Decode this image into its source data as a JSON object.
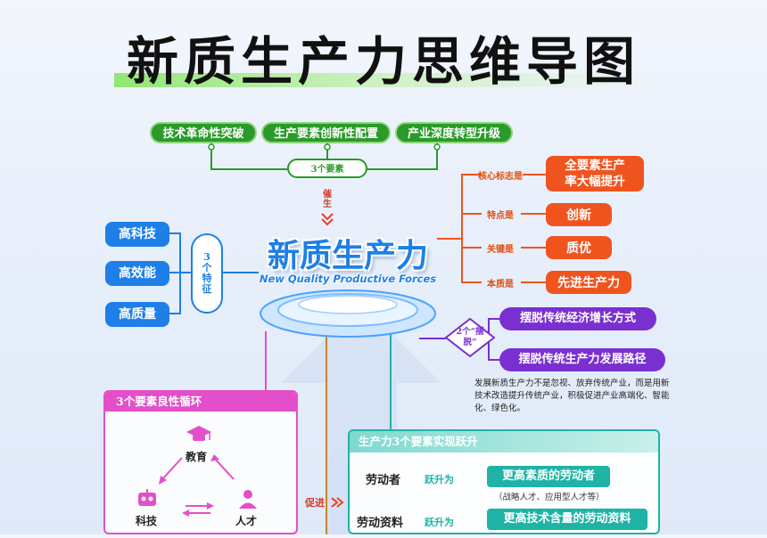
{
  "title": "新质生产力思维导图",
  "top_tags": [
    "技术革命性突破",
    "生产要素创新性配置",
    "产业深度转型升级"
  ],
  "three_factors": "3个要素",
  "cuisheng": "催生",
  "center": {
    "cn": "新质生产力",
    "en": "New Quality Productive Forces"
  },
  "features_label": "3个特征",
  "features": [
    "高科技",
    "高效能",
    "高质量"
  ],
  "right_items": [
    {
      "label": "核心标志是",
      "value": "全要素生产率大幅提升"
    },
    {
      "label": "特点是",
      "value": "创新"
    },
    {
      "label": "关键是",
      "value": "质优"
    },
    {
      "label": "本质是",
      "value": "先进生产力"
    }
  ],
  "baituo_label": "2个“摆脱”",
  "baituo": [
    "摆脱传统经济增长方式",
    "摆脱传统生产力发展路径"
  ],
  "desc": "发展新质生产力不是忽视、放弃传统产业，而是用新技术改造提升传统产业，积极促进产业高端化、智能化、绿色化。",
  "cycle": {
    "title": "3个要素良性循环",
    "nodes": [
      "教育",
      "科技",
      "人才"
    ]
  },
  "cujin": "促进",
  "leap": {
    "title": "生产力3个要素实现跃升",
    "rows": [
      {
        "left": "劳动者",
        "mid": "跃升为",
        "right": "更高素质的劳动者",
        "note": "（战略人才、应用型人才等）"
      },
      {
        "left": "劳动资料",
        "mid": "跃升为",
        "right": "更高技术含量的劳动资料",
        "note": ""
      }
    ]
  },
  "colors": {
    "green": "#2a9a2a",
    "orange": "#f0541e",
    "blue": "#1e7fe6",
    "purple": "#7a2fd1",
    "pink": "#e34fc9",
    "teal": "#1fb3a6"
  },
  "icons": [
    "graduation-cap-icon",
    "robot-icon",
    "person-icon",
    "double-chevron-icon",
    "arrow-cycle-icon"
  ]
}
